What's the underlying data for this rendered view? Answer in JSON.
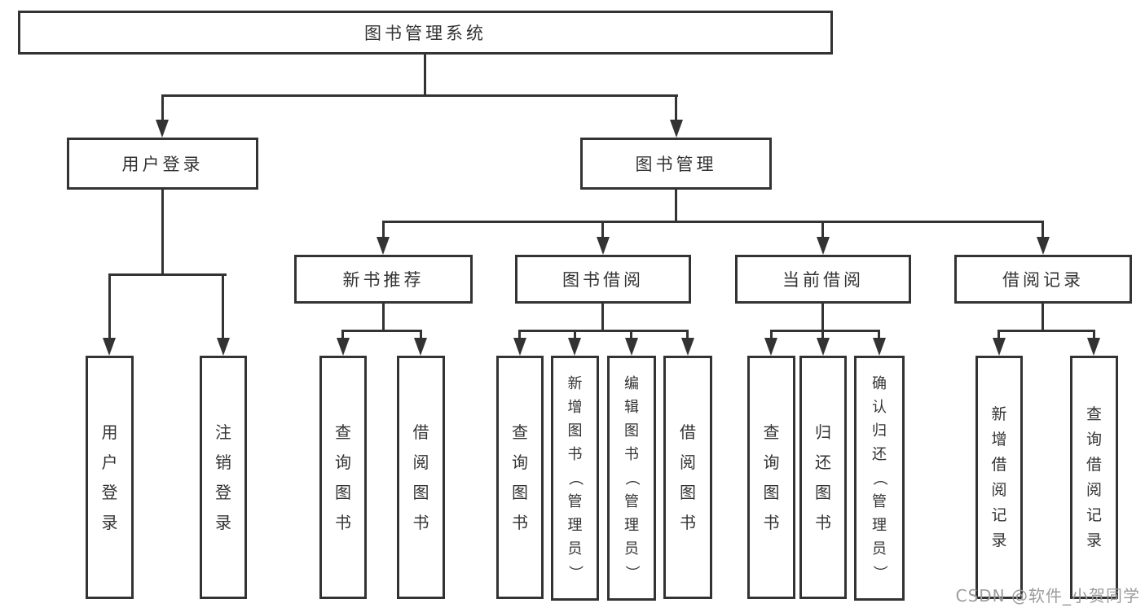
{
  "diagram": {
    "title": "图书管理系统",
    "tree": {
      "root": "图书管理系统",
      "branches": [
        {
          "label": "用户登录",
          "leaves": [
            "用户登录",
            "注销登录"
          ]
        },
        {
          "label": "图书管理",
          "groups": [
            {
              "label": "新书推荐",
              "leaves": [
                "查询图书",
                "借阅图书"
              ]
            },
            {
              "label": "图书借阅",
              "leaves": [
                "查询图书",
                "新增图书（管理员）",
                "编辑图书（管理员）",
                "借阅图书"
              ]
            },
            {
              "label": "当前借阅",
              "leaves": [
                "查询图书",
                "归还图书",
                "确认归还（管理员）"
              ]
            },
            {
              "label": "借阅记录",
              "leaves": [
                "新增借阅记录",
                "查询借阅记录"
              ]
            }
          ]
        }
      ]
    },
    "colors": {
      "line": "#333333",
      "box_bg": "#ffffff",
      "watermark": "#9c9c9c"
    },
    "watermark": "CSDN @软件_小贺同学"
  }
}
